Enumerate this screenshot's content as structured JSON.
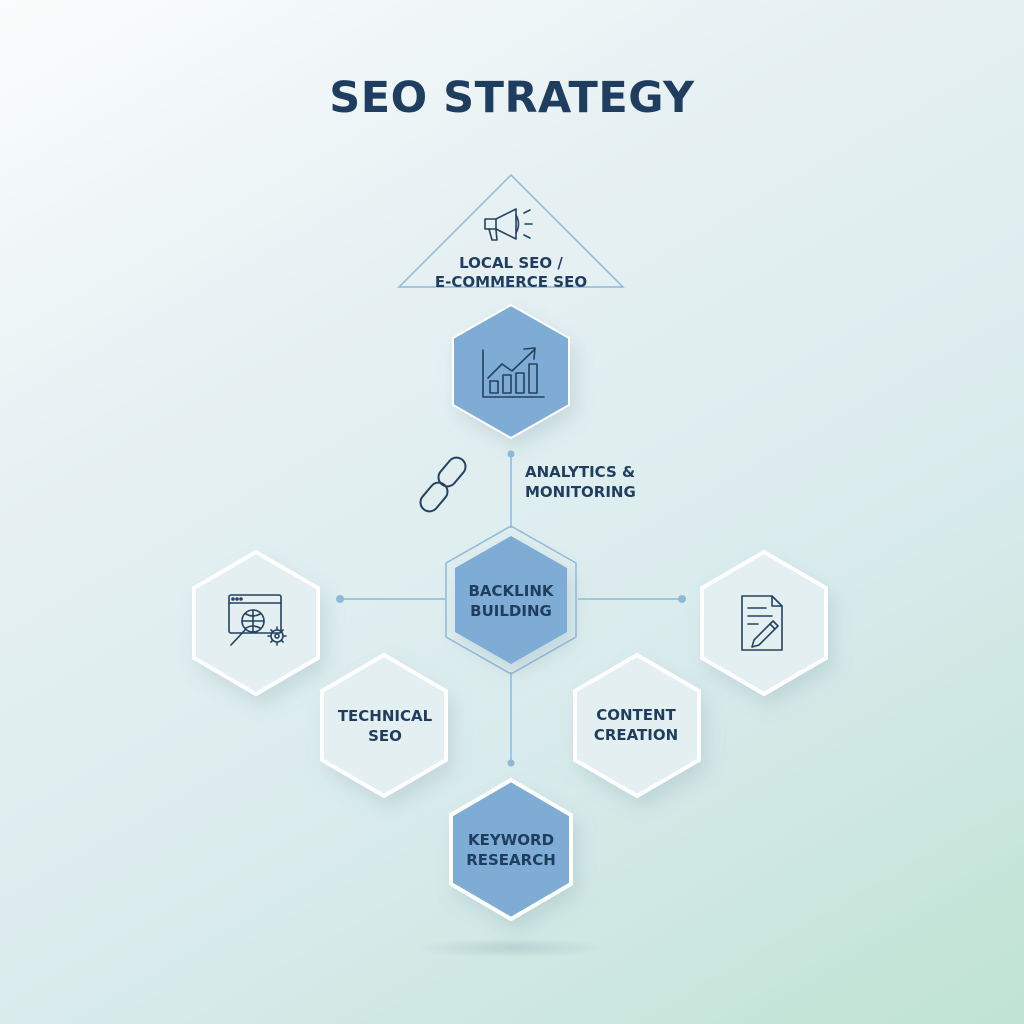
{
  "title": "SEO STRATEGY",
  "nodes": {
    "local_seo": {
      "line1": "LOCAL SEO /",
      "line2": "E-COMMERCE SEO",
      "icon": "megaphone-icon"
    },
    "analytics": {
      "line1": "ANALYTICS &",
      "line2": "MONITORING",
      "icon": "chart-icon"
    },
    "backlink": {
      "line1": "BACKLINK",
      "line2": "BUILDING",
      "icon": "chain-link-icon"
    },
    "technical": {
      "line1": "TECHNICAL",
      "line2": "SEO",
      "icon": "web-search-gear-icon"
    },
    "content": {
      "line1": "CONTENT",
      "line2": "CREATION",
      "icon": "document-pencil-icon"
    },
    "keyword": {
      "line1": "KEYWORD",
      "line2": "RESEARCH"
    }
  },
  "colors": {
    "title": "#1f3d5f",
    "hex_fill_blue": "#7eacd4",
    "hex_fill_light": "#e0eef0",
    "hex_border": "#ffffff",
    "connector": "#8fb9d8",
    "triangle_stroke": "#8fb9d8"
  }
}
